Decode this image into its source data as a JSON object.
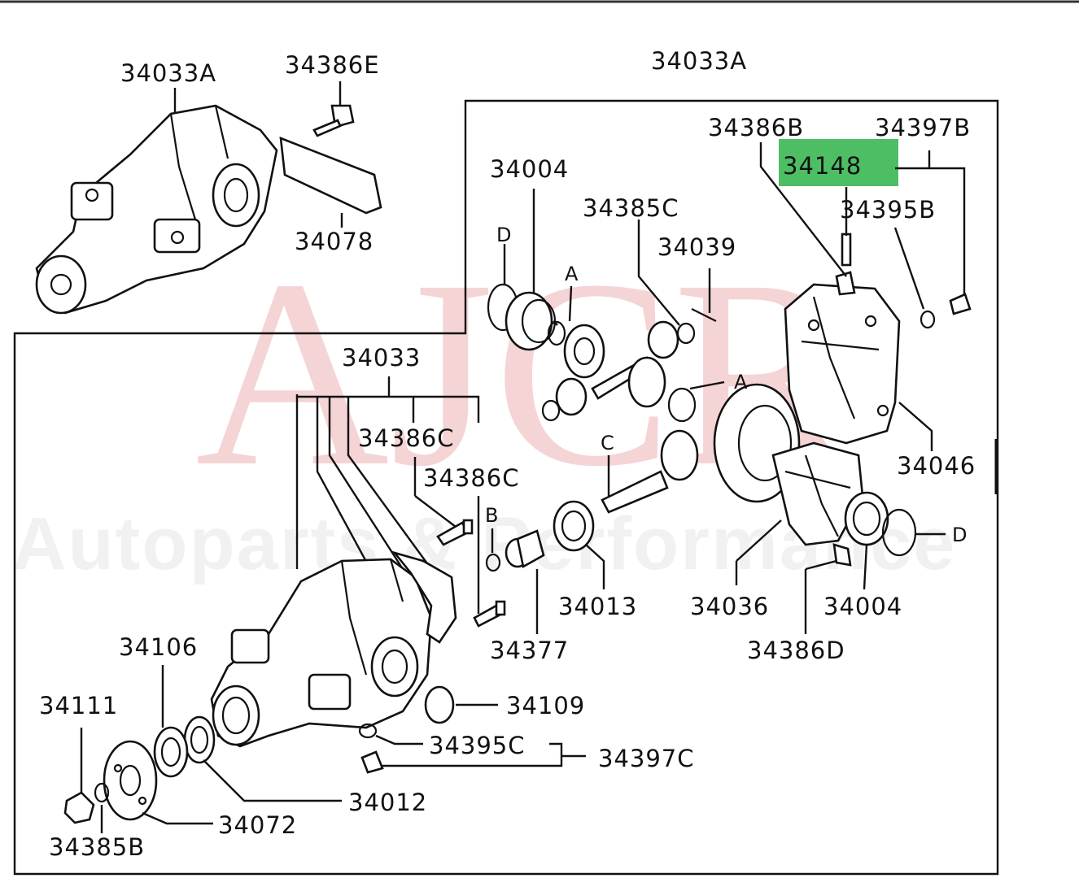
{
  "watermark": {
    "brand": "AJCR",
    "tagline": "Autoparts & Performance"
  },
  "highlight": {
    "part": "34148",
    "color": "#2fb34a"
  },
  "labels": {
    "l34033A_top_left": "34033A",
    "l34386E": "34386E",
    "l34078": "34078",
    "l34033A_main": "34033A",
    "l34386B": "34386B",
    "l34397B": "34397B",
    "l34148": "34148",
    "l34395B": "34395B",
    "l34004_left": "34004",
    "l34385C": "34385C",
    "l34039": "34039",
    "lD_left": "D",
    "lA_top": "A",
    "lA_right": "A",
    "l34033": "34033",
    "l34386C_1": "34386C",
    "l34386C_2": "34386C",
    "lC": "C",
    "l34046": "34046",
    "lB": "B",
    "l34013": "34013",
    "l34036": "34036",
    "l34004_right": "34004",
    "lD_right": "D",
    "l34377": "34377",
    "l34386D": "34386D",
    "l34106": "34106",
    "l34111": "34111",
    "l34109": "34109",
    "l34395C": "34395C",
    "l34397C": "34397C",
    "l34012": "34012",
    "l34072": "34072",
    "l34385B": "34385B"
  }
}
